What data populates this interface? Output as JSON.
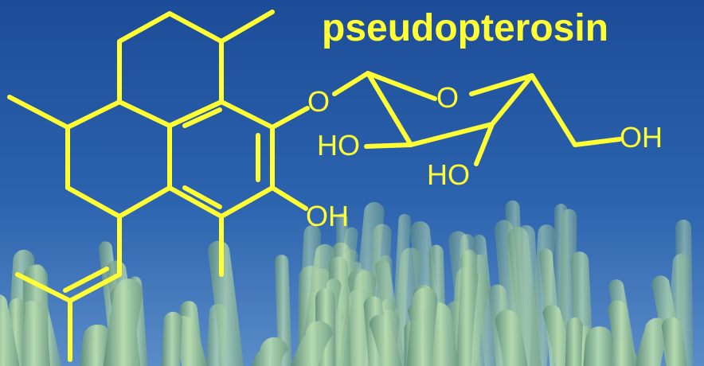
{
  "title": "pseudopterosin",
  "atom_labels": {
    "ether_oxygen": "O",
    "ring_oxygen": "O",
    "hydroxyl_left": "HO",
    "hydroxyl_right": "OH",
    "hydroxyl_lower": "HO",
    "hydroxyl_phenol": "OH"
  },
  "colors": {
    "structure": "#ffff33",
    "title": "#ffff33",
    "water_top": "#1d4c98",
    "water_bottom": "#5a8cc8",
    "coral": "#9cc79a"
  }
}
